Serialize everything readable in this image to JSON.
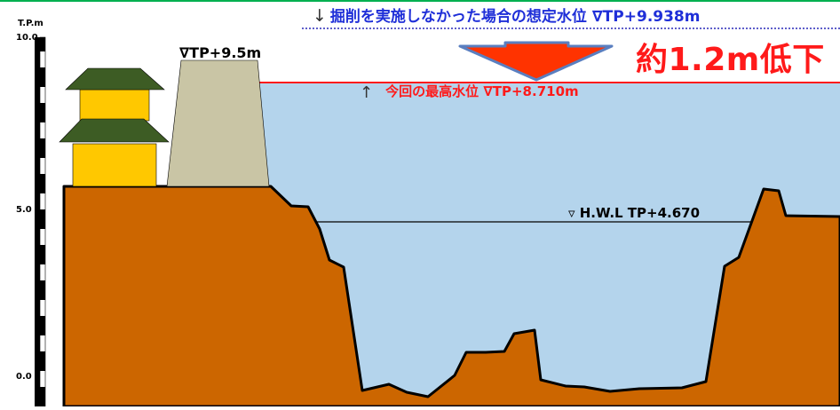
{
  "axis": {
    "title": "T.P.m",
    "ticks": [
      "10.0",
      "5.0",
      "0.0"
    ]
  },
  "labels": {
    "hypothetical_level": "掘削を実施しなかった場合の想定水位 ∇TP+9.938m",
    "dike_top": "∇TP+9.5m",
    "reduction": "約1.2m低下",
    "max_level": "今回の最高水位 ∇TP+8.710m",
    "hwl": "▿ H.W.L TP+4.670"
  },
  "icons": {
    "down_arrow": "↓",
    "up_arrow": "↑"
  },
  "colors": {
    "ground": "#cc6600",
    "water": "#b4d4ec",
    "dike": "#c9c5a5",
    "building_wall": "#ffc800",
    "building_roof": "#3d5c24",
    "max_line": "#ff1a1a",
    "hypothetical_line": "#2a2ab8",
    "reduction_arrow": "#ff3300",
    "reduction_arrow_border": "#5a7fc0",
    "top_border": "#00b050"
  }
}
